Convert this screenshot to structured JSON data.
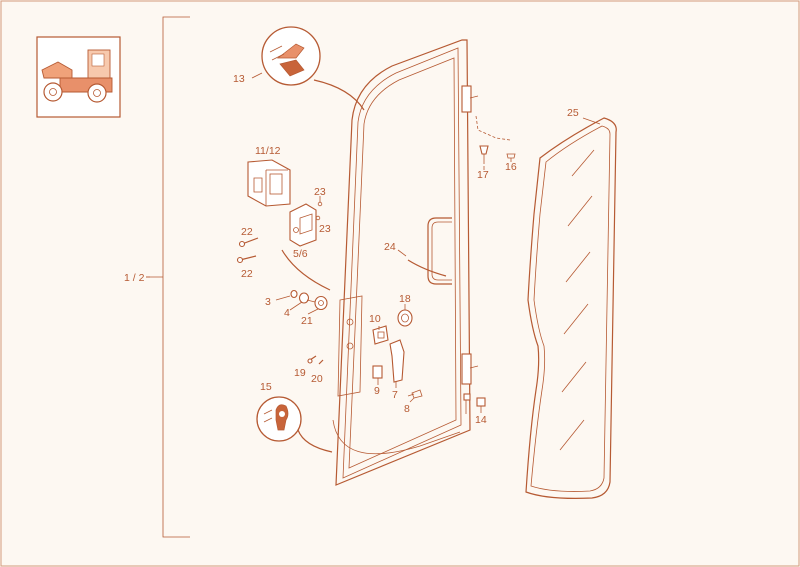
{
  "colors": {
    "line": "#b65a33",
    "background": "#fdf8f2",
    "accent_fill": "#c8643a"
  },
  "range_label": "1 / 2",
  "callouts": {
    "c13": "13",
    "c11_12": "11/12",
    "c23a": "23",
    "c23b": "23",
    "c5_6": "5/6",
    "c22a": "22",
    "c22b": "22",
    "c1_2": "1 / 2",
    "c3": "3",
    "c4": "4",
    "c21": "21",
    "c24": "24",
    "c18": "18",
    "c10": "10",
    "c7": "7",
    "c9": "9",
    "c8": "8",
    "c19": "19",
    "c20": "20",
    "c15": "15",
    "c17": "17",
    "c16": "16",
    "c14": "14",
    "c25": "25"
  },
  "icons": [
    "dumper-vehicle-thumbnail",
    "seal-section-detail-13",
    "seal-section-detail-15"
  ]
}
